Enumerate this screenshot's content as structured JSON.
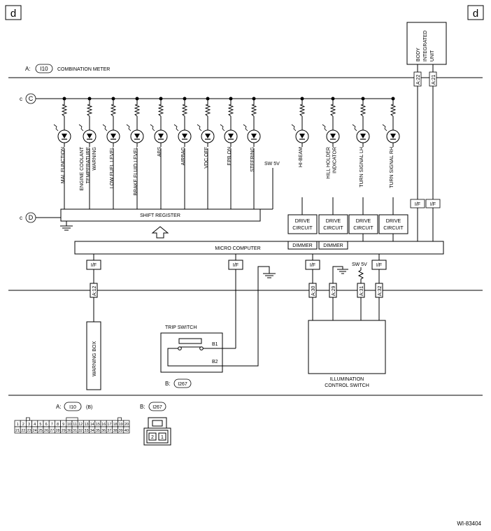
{
  "corner_label": "d",
  "meter": {
    "prefix": "A:",
    "connector": "I10",
    "name": "COMBINATION METER"
  },
  "bus_labels": {
    "c_prefix": "c",
    "C": "C",
    "D": "D"
  },
  "bodyunit": {
    "line1": "BODY",
    "line2": "INTEGRATED",
    "line3": "UNIT"
  },
  "indicators": [
    {
      "lines": [
        "MAL FUNCTION"
      ]
    },
    {
      "lines": [
        "ENGINE COOLANT",
        "TEMPERATURE",
        "WARNING"
      ]
    },
    {
      "lines": [
        "LOW FUEL LEVEL"
      ]
    },
    {
      "lines": [
        "BRAKE FLUID LEVEL"
      ]
    },
    {
      "lines": [
        "ABS"
      ]
    },
    {
      "lines": [
        "AIRBAG"
      ]
    },
    {
      "lines": [
        "VDC OFF"
      ]
    },
    {
      "lines": [
        "EPB ON"
      ]
    },
    {
      "lines": [
        "STEERING"
      ]
    },
    {
      "lines": [
        "HI-BEAM"
      ]
    },
    {
      "lines": [
        "HILL HOLDER",
        "INDICATOR"
      ]
    },
    {
      "lines": [
        "TURN SIGNAL LH"
      ]
    },
    {
      "lines": [
        "TURN SIGNAL RH"
      ]
    }
  ],
  "sw5v": "SW 5V",
  "shift_register": "SHIFT REGISTER",
  "drive_circuit": {
    "line1": "DRIVE",
    "line2": "CIRCUIT"
  },
  "dimmer": "DIMMER",
  "micro_computer": "MICRO COMPUTER",
  "if_label": "I/F",
  "pins": {
    "a12": "A:12",
    "a30": "A:30",
    "a29": "A:29",
    "a31": "A:31",
    "a32": "A:32",
    "a22": "A:22",
    "a21": "A:21"
  },
  "warning_box": "WARNING BOX",
  "trip_switch": {
    "title": "TRIP SWITCH",
    "b1": "B1",
    "b2": "B2",
    "prefix": "B:",
    "connector": "I267"
  },
  "illumination": {
    "line1": "ILLUMINATION",
    "line2": "CONTROL SWITCH"
  },
  "connector_a": {
    "prefix": "A:",
    "connector": "I10",
    "suffix": "(B)",
    "row1": [
      "1",
      "2",
      "3",
      "4",
      "5",
      "6",
      "7",
      "8",
      "9",
      "10",
      "11",
      "12",
      "13",
      "14",
      "15",
      "16",
      "17",
      "18",
      "19",
      "20"
    ],
    "row2": [
      "21",
      "22",
      "23",
      "24",
      "25",
      "26",
      "27",
      "28",
      "29",
      "30",
      "31",
      "32",
      "33",
      "34",
      "35",
      "36",
      "37",
      "38",
      "39",
      "40"
    ]
  },
  "connector_b": {
    "prefix": "B:",
    "connector": "I267",
    "pin_left": "2",
    "pin_right": "1"
  },
  "figure_id": "WI-83404"
}
